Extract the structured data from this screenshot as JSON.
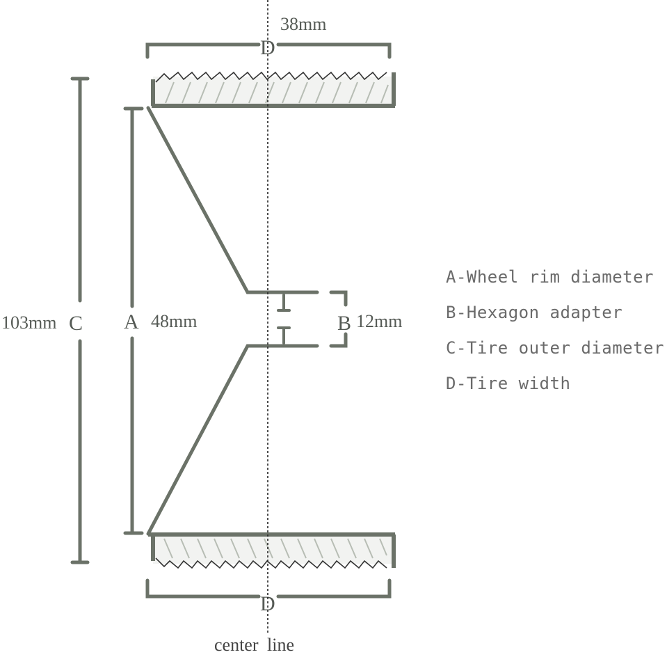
{
  "labels": {
    "d_top_value": "38mm",
    "d_top_letter": "D",
    "d_bottom_letter": "D",
    "c_value": "103mm",
    "c_letter": "C",
    "a_letter": "A",
    "a_value": "48mm",
    "b_letter": "B",
    "b_value": "12mm",
    "center_line": "center  line"
  },
  "legend": [
    "A-Wheel rim diameter",
    "B-Hexagon adapter",
    "C-Tire outer diameter",
    "D-Tire width"
  ],
  "colors": {
    "stroke": "#6b7268",
    "tread_hatch": "#b7bdb4",
    "zigzag": "#333333",
    "center": "#222222"
  }
}
